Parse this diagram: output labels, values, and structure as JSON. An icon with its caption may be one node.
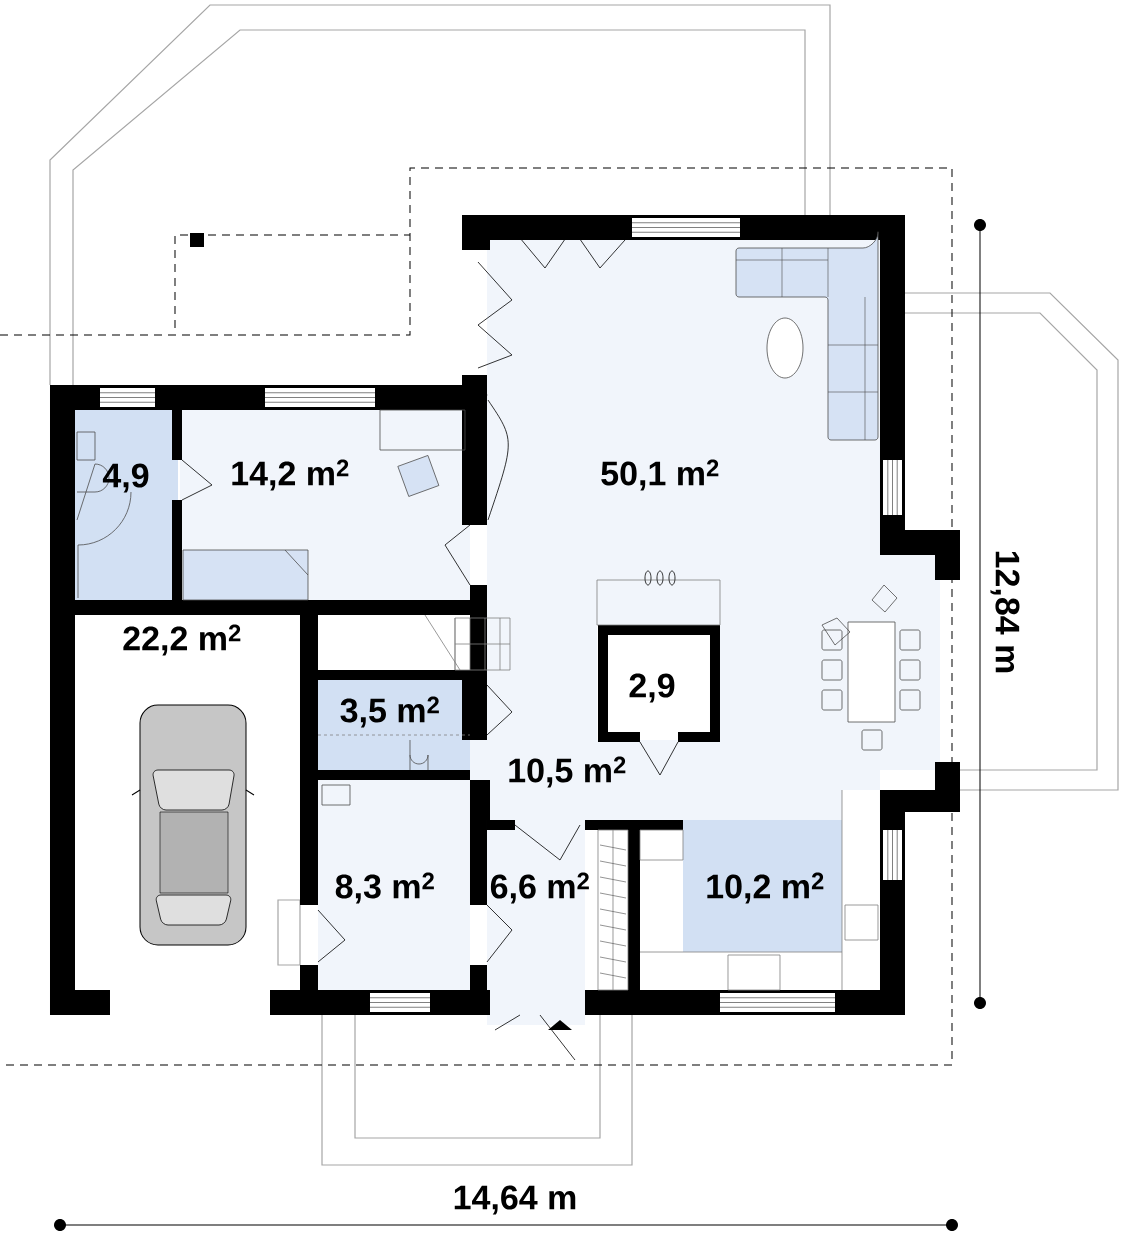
{
  "diagram": {
    "labels": [
      "4,9",
      "14,2 m$^{2}$",
      "50,1 m$^{2}$",
      "22,2 m$^{2}$",
      "12,84 m",
      "2,9",
      "3,5 m$^{2}$",
      "10,5 m$^{2}$",
      "8,3 m$^{2}$",
      "6,6 m$^{2}$",
      "10,2 m$^{2}$",
      "14,64 m"
    ]
  }
}
